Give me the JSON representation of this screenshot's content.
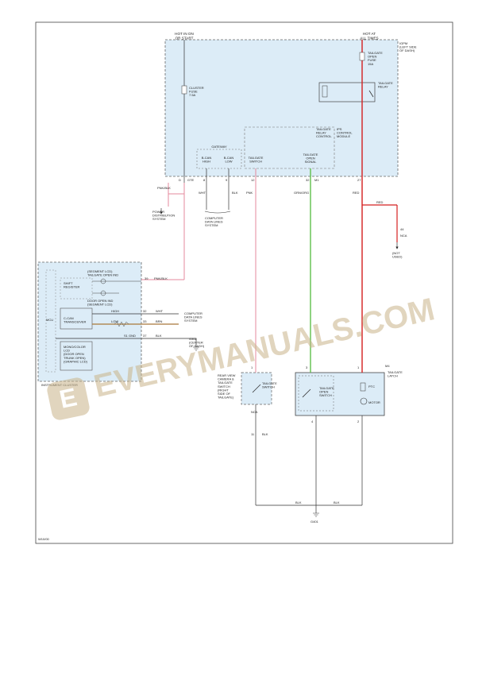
{
  "colors": {
    "module_fill": "#dcecf7",
    "wire_pink": "#e58a9c",
    "wire_green": "#5fbf4a",
    "wire_red": "#d42020",
    "wire_brown": "#a8783a",
    "wire_black": "#333333",
    "watermark": "#c9b48a"
  },
  "watermark": {
    "text": "EVERYMANUALS.COM",
    "logo_letter": "E"
  },
  "power": {
    "hot_run_start": "HOT IN ON\nOR START",
    "hot_at_all_times": "HOT AT\nALL TIMES"
  },
  "ipm": {
    "name": "IGPM\n(LEFT SIDE\nOF DASH)",
    "cluster_fuse": "CLUSTER\nFUSE\n7.5A",
    "tailgate_fuse": "TAILGATE\nOPEN\nFUSE\n15A",
    "tailgate_relay": "TAILGATE\nRELAY",
    "relay_control": "TAILGATE\nRELAY\nCONTROL",
    "ips_module": "IPS\nCONTROL\nMODULE",
    "gateway": "GATEWAY",
    "bcan_high": "B-CAN\nHIGH",
    "bcan_low": "B-CAN\nLOW",
    "tailgate_switch": "TAILGATE\nSWITCH",
    "tailgate_open_signal": "TAILGATE\nOPEN\nSIGNAL"
  },
  "pins": {
    "p_cluster": "D",
    "p_bcan_high": "8",
    "p_bcan_low": "9",
    "p_tg_switch": "12",
    "p_tg_open": "32",
    "p_relay": "27",
    "p_cluster_in": "39",
    "p_high": "32",
    "p_low": "33",
    "p_gnd": "37",
    "p_sw_top": "1",
    "p_sw_bottom": "11",
    "p_latch_top": "3",
    "p_latch_mid": "1",
    "p_latch_right": "2",
    "p_latch_left": "4",
    "p_nca": "44"
  },
  "connectors": {
    "c_ipm1": "GTE",
    "c_ipm2": "M1",
    "c_nca": "NCA",
    "c_sw": "NCA",
    "c_latch": "M4"
  },
  "wires": {
    "pnk_blk": "PNK/BLK",
    "wht": "WHT",
    "blk": "BLK",
    "pnk": "PNK",
    "grn_org": "GRN/ORG",
    "red": "RED",
    "brn": "BRN",
    "high": "HIGH",
    "low": "LOW",
    "gnd": "S1 GND",
    "pnk_blk_in": "PNK/BLK"
  },
  "destinations": {
    "power_distribution": "POWER\nDISTRIBUTION\nSYSTEM",
    "computer_data_lines": "COMPUTER\nDATA LINES\nSYSTEM",
    "computer_data_lines2": "COMPUTER\nDATA LINES\nSYSTEM",
    "g302": "G302\n(CENTER\nOF DASH)",
    "not_used": "(NOT\nUSED)",
    "g401": "G401"
  },
  "cluster": {
    "name": "INSTRUMENT CLUSTER",
    "mcu": "MCU",
    "segment_tailgate": "(SEGMENT LCD)\nTAILGATE OPEN IND",
    "shift_register": "SHIFT\nREGISTER",
    "segment_door": "DOOR OPEN IND\n(SEGMENT LCD)",
    "ccan": "C-CAN\nTRANSCEIVER",
    "mono_lcd": "MONO/COLOR\nLCD\n(DOOR OPEN\nTRUNK OPEN)\n(GRAPHIC LCD)"
  },
  "switch": {
    "housing": "REAR VIEW\nCAMERA &\nTAILGATE\nSWITCH\n(RIGHT\nSIDE OF\nTAILGATE)",
    "label": "TAILGATE\nSWITCH"
  },
  "latch": {
    "name": "TAILGATE\nLATCH",
    "open_switch": "TAILGATE\nOPEN\nSWITCH",
    "ptc": "PTC",
    "motor": "MOTOR"
  },
  "footer": {
    "code": "W10/00"
  }
}
